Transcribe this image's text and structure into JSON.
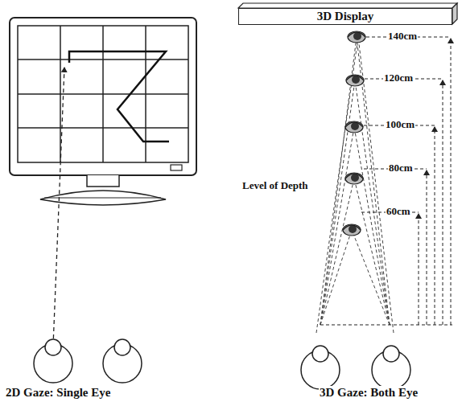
{
  "diagram": {
    "nodes": [
      {
        "text": [
          "3D Display"
        ]
      }
    ],
    "labels": [
      "140cm",
      "120cm",
      "100cm",
      "80cm",
      "60cm",
      "Level of Depth",
      "2D Gaze: Single Eye",
      "3D Gaze: Both Eye"
    ]
  }
}
